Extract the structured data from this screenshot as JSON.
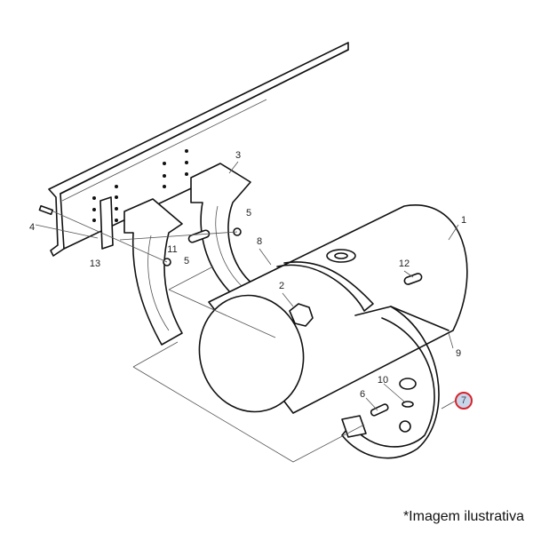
{
  "diagram": {
    "callouts": {
      "c1": "1",
      "c2": "2",
      "c3": "3",
      "c4": "4",
      "c5a": "5",
      "c5b": "5",
      "c6": "6",
      "c7": "7",
      "c8": "8",
      "c9": "9",
      "c10": "10",
      "c11": "11",
      "c12": "12",
      "c13": "13"
    },
    "highlighted_part": "7",
    "highlight_color": "#d9242b"
  },
  "caption": "*Imagem ilustrativa"
}
